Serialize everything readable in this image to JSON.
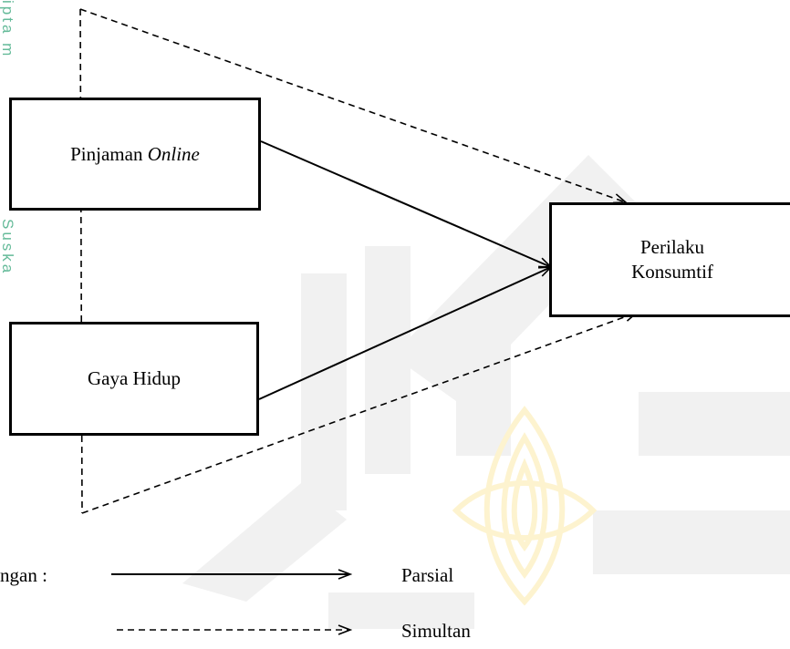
{
  "watermark": {
    "top_text": "ipta m",
    "bottom_text": "Suska",
    "color": "#66bb9a"
  },
  "nodes": {
    "pinjaman_online": {
      "label_plain": "Pinjaman ",
      "label_italic": "Online"
    },
    "gaya_hidup": {
      "label": "Gaya Hidup"
    },
    "perilaku_konsumtif": {
      "label_line1": "Perilaku",
      "label_line2": "Konsumtif"
    }
  },
  "edges": [
    {
      "from": "Pinjaman Online",
      "to": "Perilaku Konsumtif",
      "style": "solid"
    },
    {
      "from": "Gaya Hidup",
      "to": "Perilaku Konsumtif",
      "style": "solid"
    },
    {
      "from": "Pinjaman Online + Gaya Hidup",
      "to": "Perilaku Konsumtif",
      "style": "dashed"
    }
  ],
  "legend": {
    "prefix": "ngan :",
    "items": [
      {
        "style": "solid",
        "label": "Parsial"
      },
      {
        "style": "dashed",
        "label": "Simultan"
      }
    ]
  }
}
